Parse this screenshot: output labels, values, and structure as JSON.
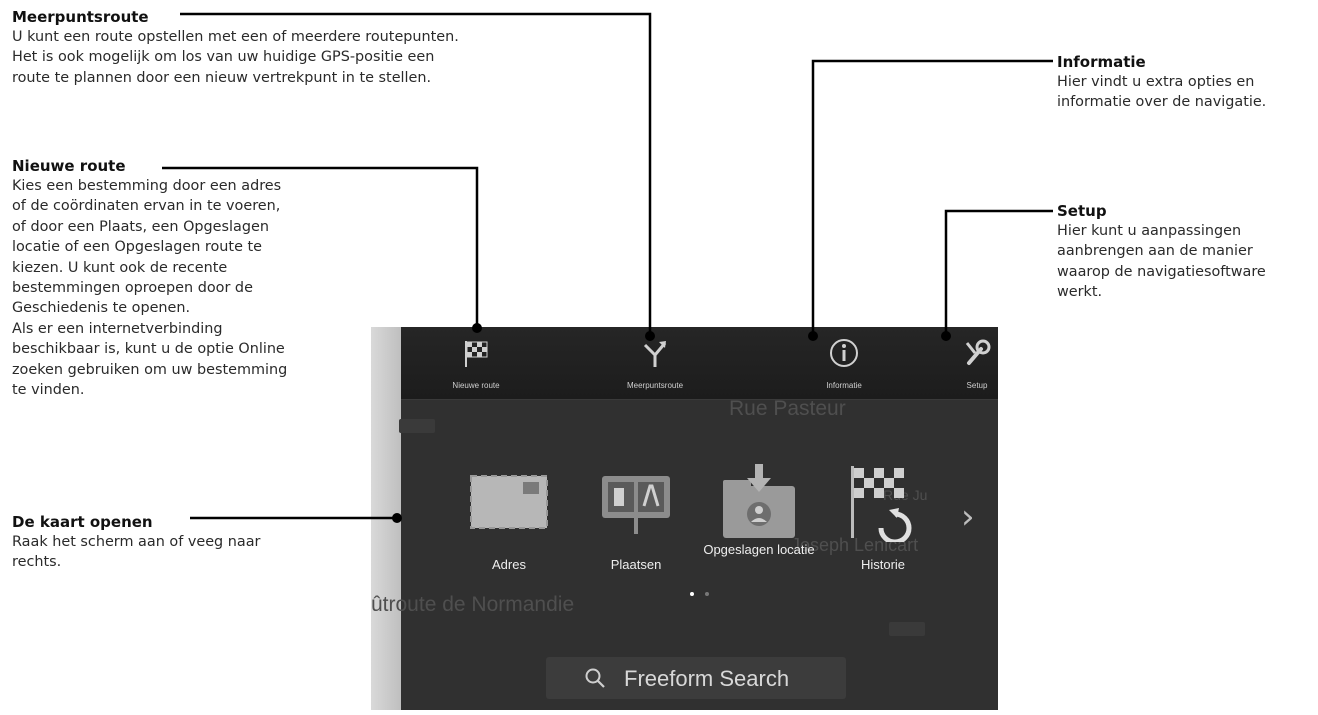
{
  "callouts": {
    "meerpunt": {
      "title": "Meerpuntsroute",
      "text": "U kunt een route opstellen met een of meerdere routepunten.\nHet is ook mogelijk om los van uw huidige GPS-positie een\nroute te plannen door een nieuw vertrekpunt in te stellen."
    },
    "nieuwe": {
      "title": "Nieuwe route",
      "text": "Kies een bestemming door een adres\nof de coördinaten ervan in te voeren,\nof door een Plaats, een Opgeslagen\nlocatie of een Opgeslagen route te\nkiezen. U kunt ook de recente\nbestemmingen oproepen door de\nGeschiedenis te openen.\nAls er een internetverbinding\nbeschikbaar is, kunt u de optie Online\nzoeken gebruiken om uw bestemming\nte vinden."
    },
    "kaart": {
      "title": "De kaart openen",
      "text": "Raak het scherm aan of veeg naar\nrechts."
    },
    "informatie": {
      "title": "Informatie",
      "text": "Hier vindt u extra opties en\ninformatie over de navigatie."
    },
    "setup": {
      "title": "Setup",
      "text": "Hier kunt u aanpassingen\naanbrengen aan de manier\nwaarop de navigatiesoftware\nwerkt."
    }
  },
  "screen": {
    "top_menu": [
      {
        "label": "Nieuwe route",
        "icon": "checkered-flag-icon"
      },
      {
        "label": "Meerpuntsroute",
        "icon": "multi-route-icon"
      },
      {
        "label": "Informatie",
        "icon": "info-icon"
      },
      {
        "label": "Setup",
        "icon": "wrench-icon"
      }
    ],
    "categories": [
      {
        "label": "Adres",
        "icon": "envelope-icon"
      },
      {
        "label": "Plaatsen",
        "icon": "poi-sign-icon"
      },
      {
        "label": "Opgeslagen locatie",
        "icon": "saved-location-folder-icon"
      },
      {
        "label": "Historie",
        "icon": "history-flag-icon"
      }
    ],
    "search_label": "Freeform Search",
    "map_labels": {
      "street1": "Rue Pasteur",
      "street2": "Joseph Lenicart",
      "street3": "ûtroute de Normandie",
      "street4": "Rue Ju"
    },
    "colors": {
      "accent": "#2a2a2a",
      "dot_active": "#ffffff",
      "dot_inactive": "#777777"
    }
  }
}
